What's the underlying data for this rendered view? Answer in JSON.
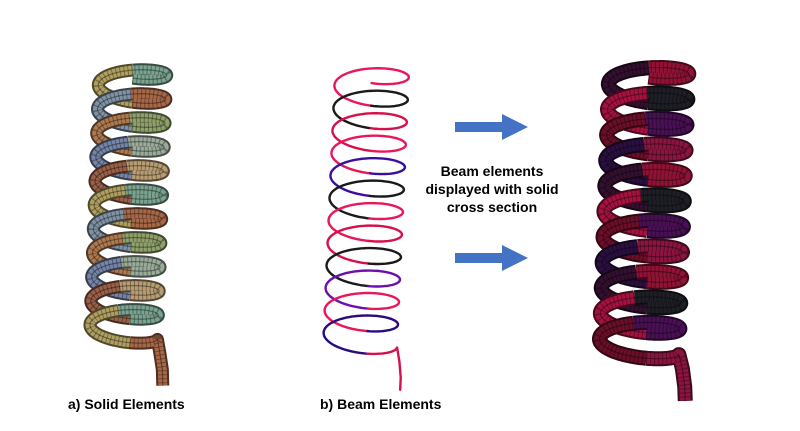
{
  "figure": {
    "background": "#ffffff",
    "annotation": {
      "text": "Beam elements displayed with solid cross section"
    },
    "labels": {
      "solid": "a) Solid Elements",
      "beam": "b) Beam Elements"
    },
    "arrows": {
      "color": "#4472c4",
      "direction": "right",
      "count": 2
    },
    "springs": {
      "solid": {
        "description": "helical spring meshed with solid elements, multicolored bands",
        "palette": [
          "#7aa390",
          "#b0a060",
          "#a86848",
          "#8093a5",
          "#8fa06a",
          "#b07a50",
          "#9aab9a",
          "#7585a8",
          "#b89d72",
          "#9a6048"
        ]
      },
      "beam": {
        "description": "helical spring modeled with thin beam element curves",
        "palette": [
          "#e8175a",
          "#1a1a1a",
          "#d6104a",
          "#e8175a",
          "#3a0fa0",
          "#1a1a1a",
          "#e8175a",
          "#d6104a",
          "#1a1a1a",
          "#6b0fb0",
          "#e8175a",
          "#2a0a80",
          "#d6104a"
        ]
      },
      "rendered": {
        "description": "beam element spring displayed with solid cross section, dark red/purple/black bands",
        "palette": [
          "#901335",
          "#33102f",
          "#1e1e26",
          "#a51240",
          "#4a1055",
          "#6b0f28",
          "#8c1440",
          "#2a0f40"
        ]
      }
    }
  }
}
